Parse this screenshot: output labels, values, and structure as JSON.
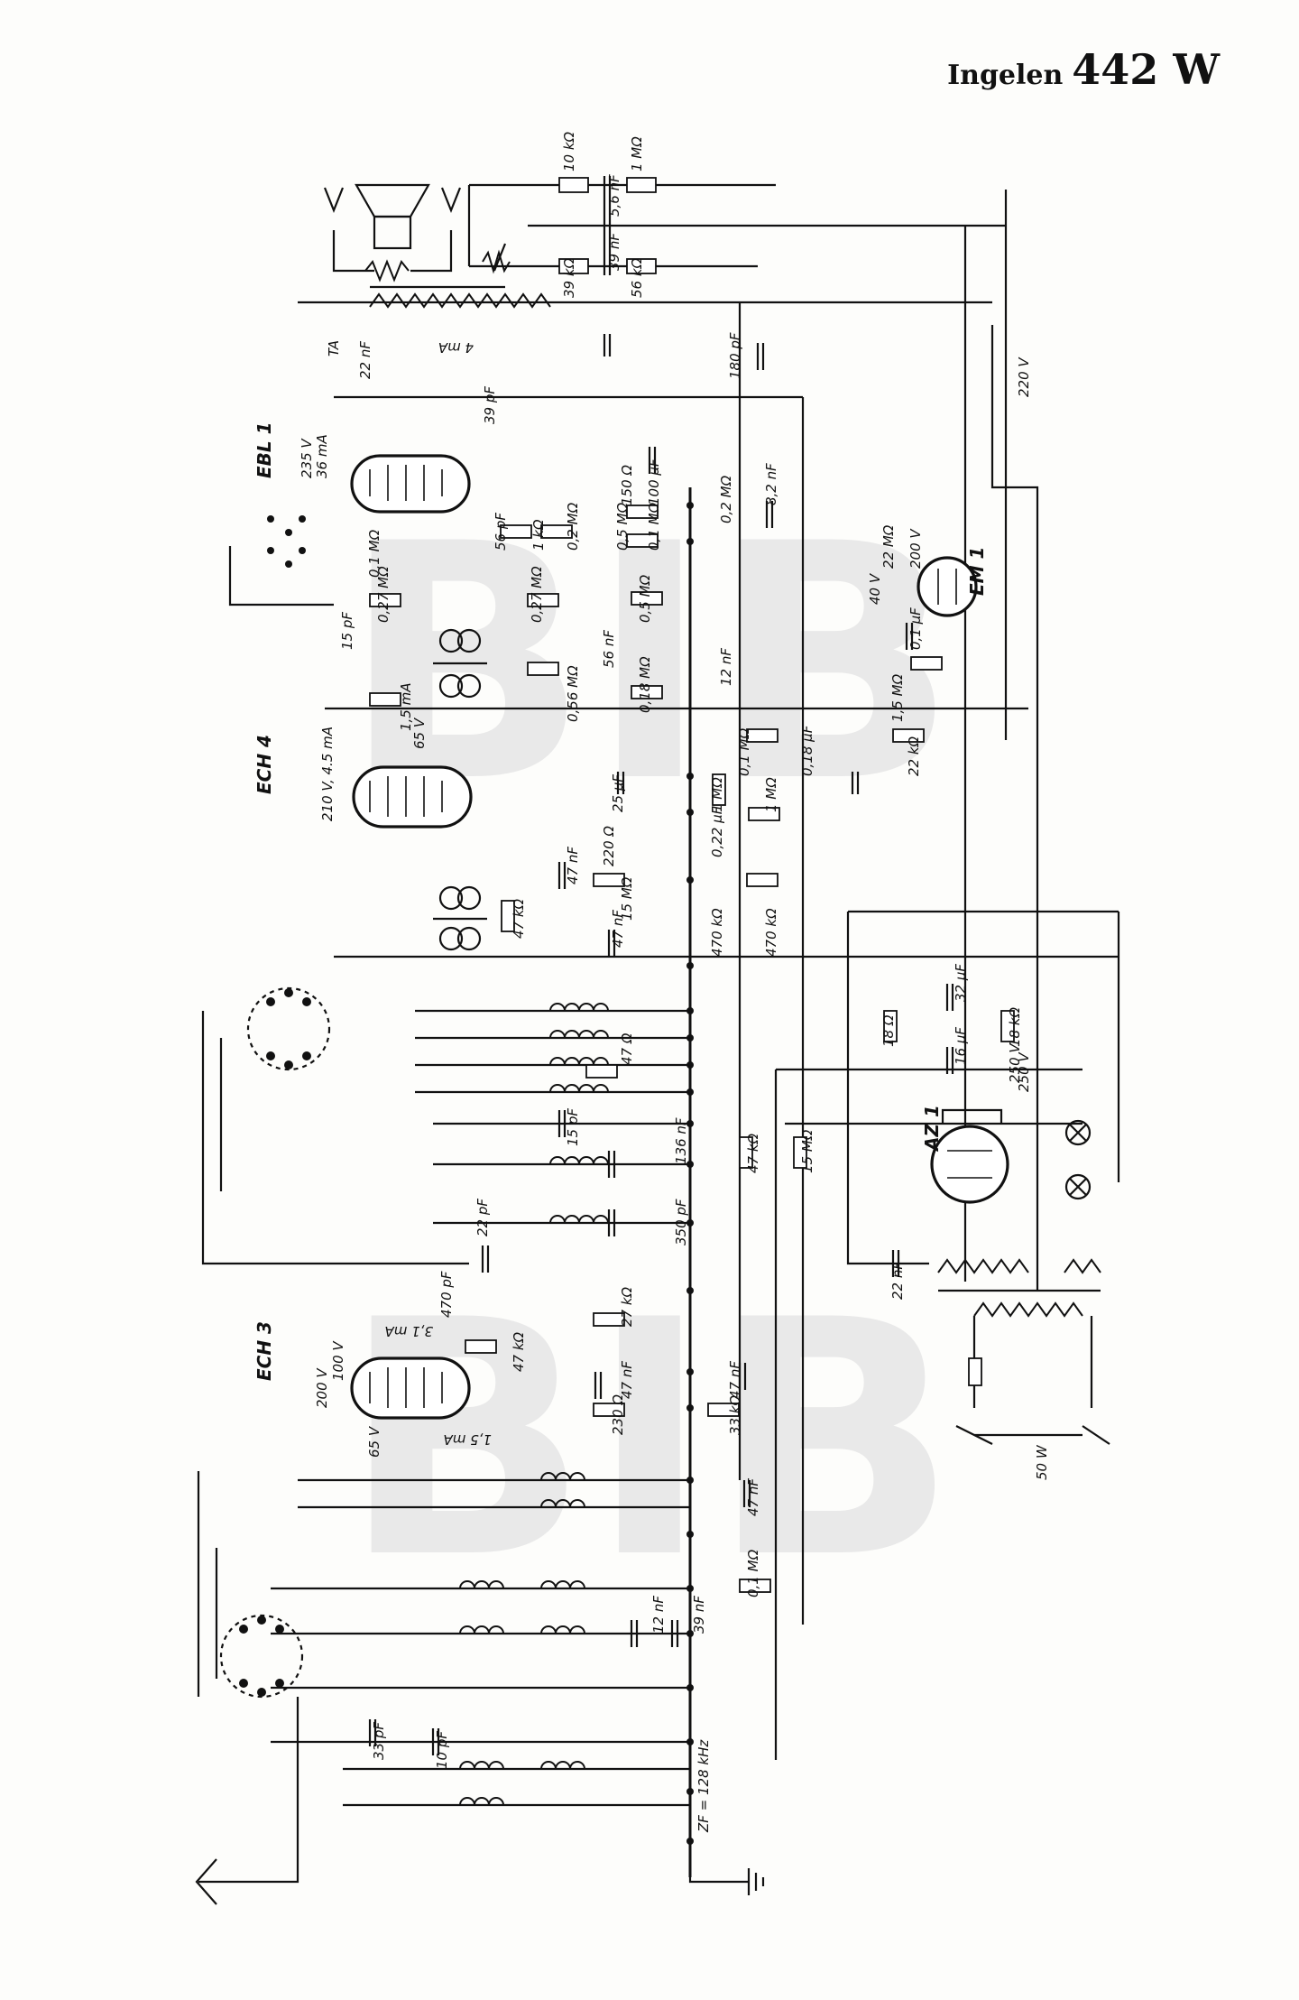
{
  "header": {
    "brand": "Ingelen",
    "model": "442 W"
  },
  "tubes": [
    {
      "name": "EBL 1",
      "label": "EBL 1",
      "voltage": "235 V",
      "current": "36 mA"
    },
    {
      "name": "ECH 4",
      "label": "ECH 4",
      "voltage": "210 V, 4.5 mA"
    },
    {
      "name": "ECH 3",
      "label": "ECH 3",
      "voltage": "200 V"
    },
    {
      "name": "EM 1",
      "label": "EM 1",
      "voltage": "200 V"
    },
    {
      "name": "AZ 1",
      "label": "AZ 1",
      "voltage": "250 V"
    }
  ],
  "annotations": {
    "mains": "220 V",
    "if_freq": "ZF = 128 kHz",
    "power": "50 W",
    "anode_current": "4 mA",
    "tuner_current_a": "1,5 mA",
    "tuner_voltage_a": "65 V",
    "ech3_current_a": "3,1 mA",
    "ech3_current_b": "1,5 mA",
    "ech3_screen": "100 V",
    "ech3_grid": "65 V",
    "em1_40v": "40 V",
    "rect_250": "250 V",
    "ta": "TA"
  },
  "components": [
    "10 kΩ",
    "1 MΩ",
    "5,6 nF",
    "39 nF",
    "39 kΩ",
    "56 kΩ",
    "22 nF",
    "180 pF",
    "39 pF",
    "150 Ω",
    "100 µF",
    "0,2 MΩ",
    "8,2 nF",
    "56 pF",
    "1 kΩ",
    "0,2 MΩ",
    "0,5 MΩ",
    "0,1 MΩ",
    "0,1 MΩ",
    "0,27 MΩ",
    "0,27 MΩ",
    "0,5 MΩ",
    "22 MΩ",
    "0,1 µF",
    "15 pF",
    "56 nF",
    "0,18 MΩ",
    "12 nF",
    "1,5 MΩ",
    "0,56 MΩ",
    "0,1 MΩ",
    "0,18 µF",
    "22 kΩ",
    "25 µF",
    "1 MΩ",
    "1 MΩ",
    "0,22 µF",
    "220 Ω",
    "47 nF",
    "15 MΩ",
    "47 kΩ",
    "47 nF",
    "470 kΩ",
    "470 kΩ",
    "32 µF",
    "18 Ω",
    "16 µF",
    "18 kΩ",
    "47 Ω",
    "15 pF",
    "136 nF",
    "47 kΩ",
    "15 MΩ",
    "22 pF",
    "350 pF",
    "22 nF",
    "470 pF",
    "27 kΩ",
    "47 kΩ",
    "47 nF",
    "47 nF",
    "230 Ω",
    "33 kΩ",
    "47 nF",
    "0,1 MΩ",
    "12 nF",
    "39 nF",
    "33 pF",
    "10 pF"
  ],
  "watermark": "BIB"
}
